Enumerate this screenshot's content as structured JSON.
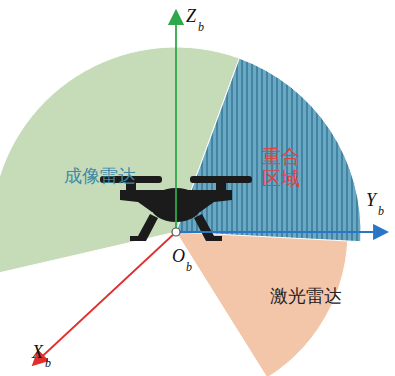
{
  "diagram": {
    "labels": [
      "Z",
      "b",
      "Y",
      "b",
      "X",
      "b",
      "O",
      "b",
      "成像雷达",
      "重合区域",
      "激光雷达"
    ]
  }
}
